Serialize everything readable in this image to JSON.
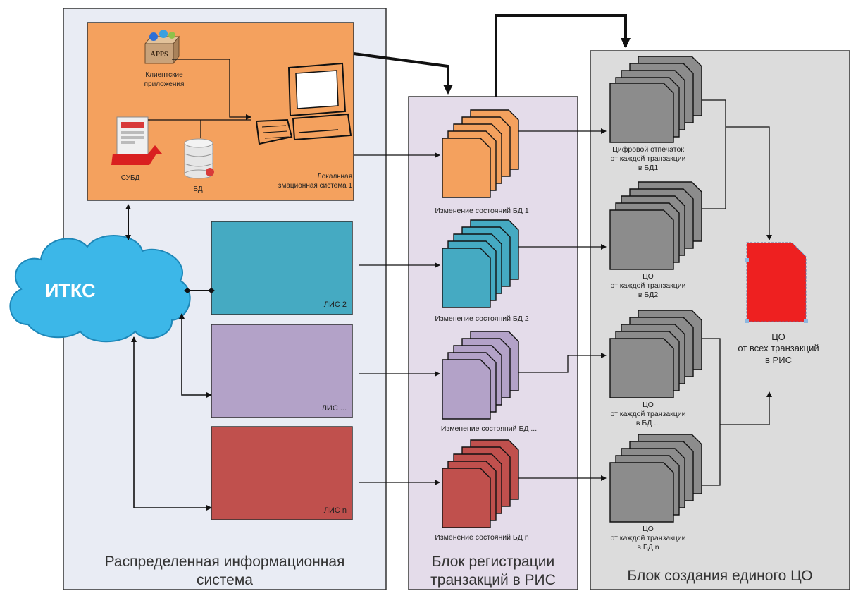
{
  "panels": {
    "ris": "Распределенная информационная система",
    "ris_line1": "Распределенная информационная",
    "ris_line2": "система",
    "reg_line1": "Блок регистрации",
    "reg_line2": "транзакций в РИС",
    "co_block": "Блок создания единого ЦО"
  },
  "cloud": {
    "label": "ИТКС"
  },
  "local_system": {
    "apps_box": "APPS",
    "client_apps_line1": "Клиентские",
    "client_apps_line2": "приложения",
    "dbms": "СУБД",
    "db": "БД",
    "name_line1": "Локальная",
    "name_line2": "змационная система 1"
  },
  "lis": {
    "lis2": "ЛИС 2",
    "lis_dots": "ЛИС ...",
    "lis_n": "ЛИС  n"
  },
  "changes": {
    "db1": "Изменение состояний БД 1",
    "db2": "Изменение состояний БД 2",
    "dbdots": "Изменение состояний БД ...",
    "dbn": "Изменение состояний БД n"
  },
  "fingerprints": {
    "fp1": [
      "Цифровой отпечаток",
      "от каждой транзакции",
      "в БД1"
    ],
    "fp2": [
      "ЦО",
      "от каждой транзакции",
      "в БД2"
    ],
    "fp3": [
      "ЦО",
      "от каждой транзакции",
      "в БД ..."
    ],
    "fpn": [
      "ЦО",
      "от каждой транзакции",
      "в БД n"
    ]
  },
  "result": [
    "ЦО",
    "от всех транзакций",
    "в РИС"
  ],
  "colors": {
    "orange": "#f4a15e",
    "teal": "#45aac2",
    "lavender": "#b3a2c8",
    "red": "#c0504d",
    "gray": "#8c8c8c",
    "result_red": "#ee2020",
    "panel_blue": "#e9ecf4",
    "panel_purple": "#e4dcea",
    "panel_gray": "#dcdcdc"
  }
}
